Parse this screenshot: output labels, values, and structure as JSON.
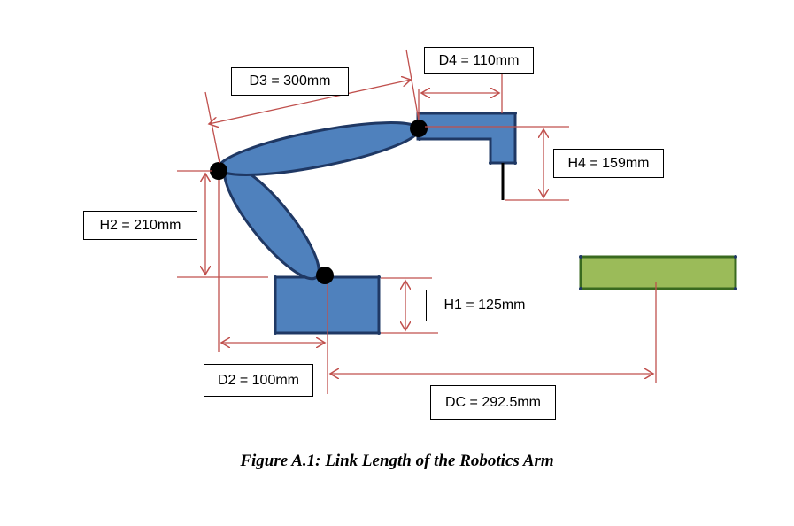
{
  "figure": {
    "caption": "Figure A.1: Link Length of the Robotics Arm"
  },
  "labels": {
    "d3": "D3 = 300mm",
    "d4": "D4 = 110mm",
    "h4": "H4 = 159mm",
    "h2": "H2 = 210mm",
    "h1": "H1 = 125mm",
    "d2": "D2 = 100mm",
    "dc": "DC = 292.5mm"
  },
  "colors": {
    "arm_fill": "#4f81bd",
    "arm_stroke": "#1f3864",
    "target_fill": "#9bbb59",
    "target_stroke": "#3a6a1f",
    "dimension_line": "#c0504d",
    "joint": "#000000"
  }
}
